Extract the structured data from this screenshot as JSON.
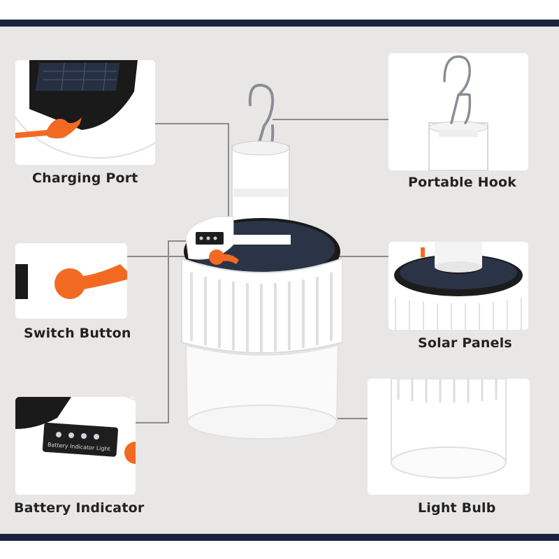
{
  "features": {
    "charging_port": {
      "label": "Charging Port"
    },
    "portable_hook": {
      "label": "Portable Hook"
    },
    "switch_button": {
      "label": "Switch Button"
    },
    "solar_panels": {
      "label": "Solar Panels"
    },
    "battery_indicator": {
      "label": "Battery Indicator",
      "panel_text": "Battery Indicator Light"
    },
    "light_bulb": {
      "label": "Light Bulb"
    }
  },
  "colors": {
    "frame_bar": "#1b2240",
    "background": "#e9e7e6",
    "accent_orange": "#f26a22",
    "solar_dark": "#1a1a1a",
    "body_white": "#ffffff"
  },
  "icons": [
    "hook-icon",
    "solar-panel-icon",
    "switch-button-icon",
    "battery-indicator-icon",
    "bulb-icon"
  ]
}
